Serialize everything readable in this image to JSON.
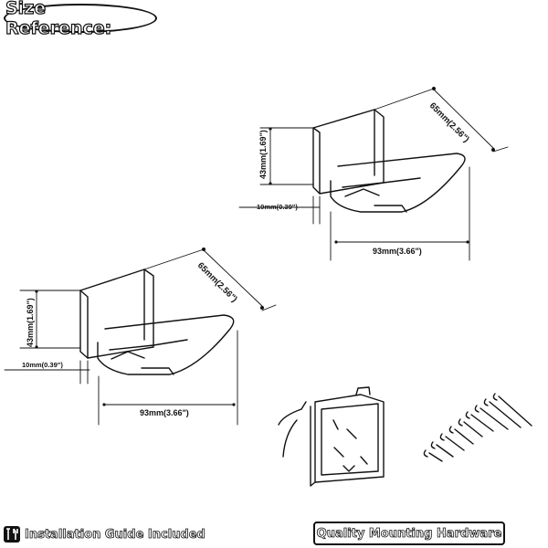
{
  "header": {
    "title": "Size Reference:"
  },
  "dimensions": {
    "depth": "65mm(2.56\")",
    "height": "43mm(1.69\")",
    "thickness": "10mm(0.39\")",
    "width": "93mm(3.66\")"
  },
  "footer": {
    "guide_label": "Installation Guide Included",
    "hardware_label": "Quality Mounting Hardware"
  }
}
